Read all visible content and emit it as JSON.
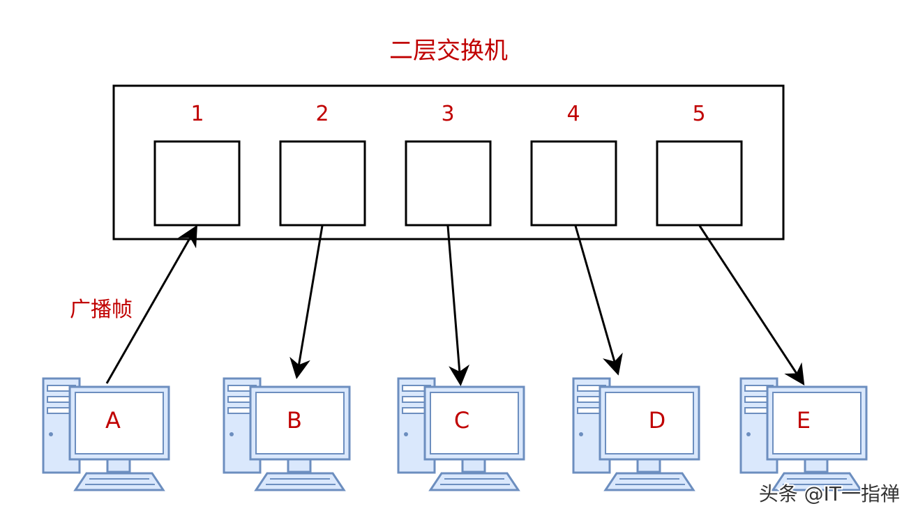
{
  "title": "二层交换机",
  "switch": {
    "ports": [
      {
        "label": "1"
      },
      {
        "label": "2"
      },
      {
        "label": "3"
      },
      {
        "label": "4"
      },
      {
        "label": "5"
      }
    ]
  },
  "frame_label": "广播帧",
  "computers": [
    {
      "label": "A"
    },
    {
      "label": "B"
    },
    {
      "label": "C"
    },
    {
      "label": "D"
    },
    {
      "label": "E"
    }
  ],
  "watermark": "头条 @IT一指禅",
  "colors": {
    "label_red": "#c00000",
    "outline": "#000000",
    "computer_blue": "#6c8ebf",
    "computer_fill": "#dae8fc",
    "screen_gray": "#e6e6e6"
  }
}
